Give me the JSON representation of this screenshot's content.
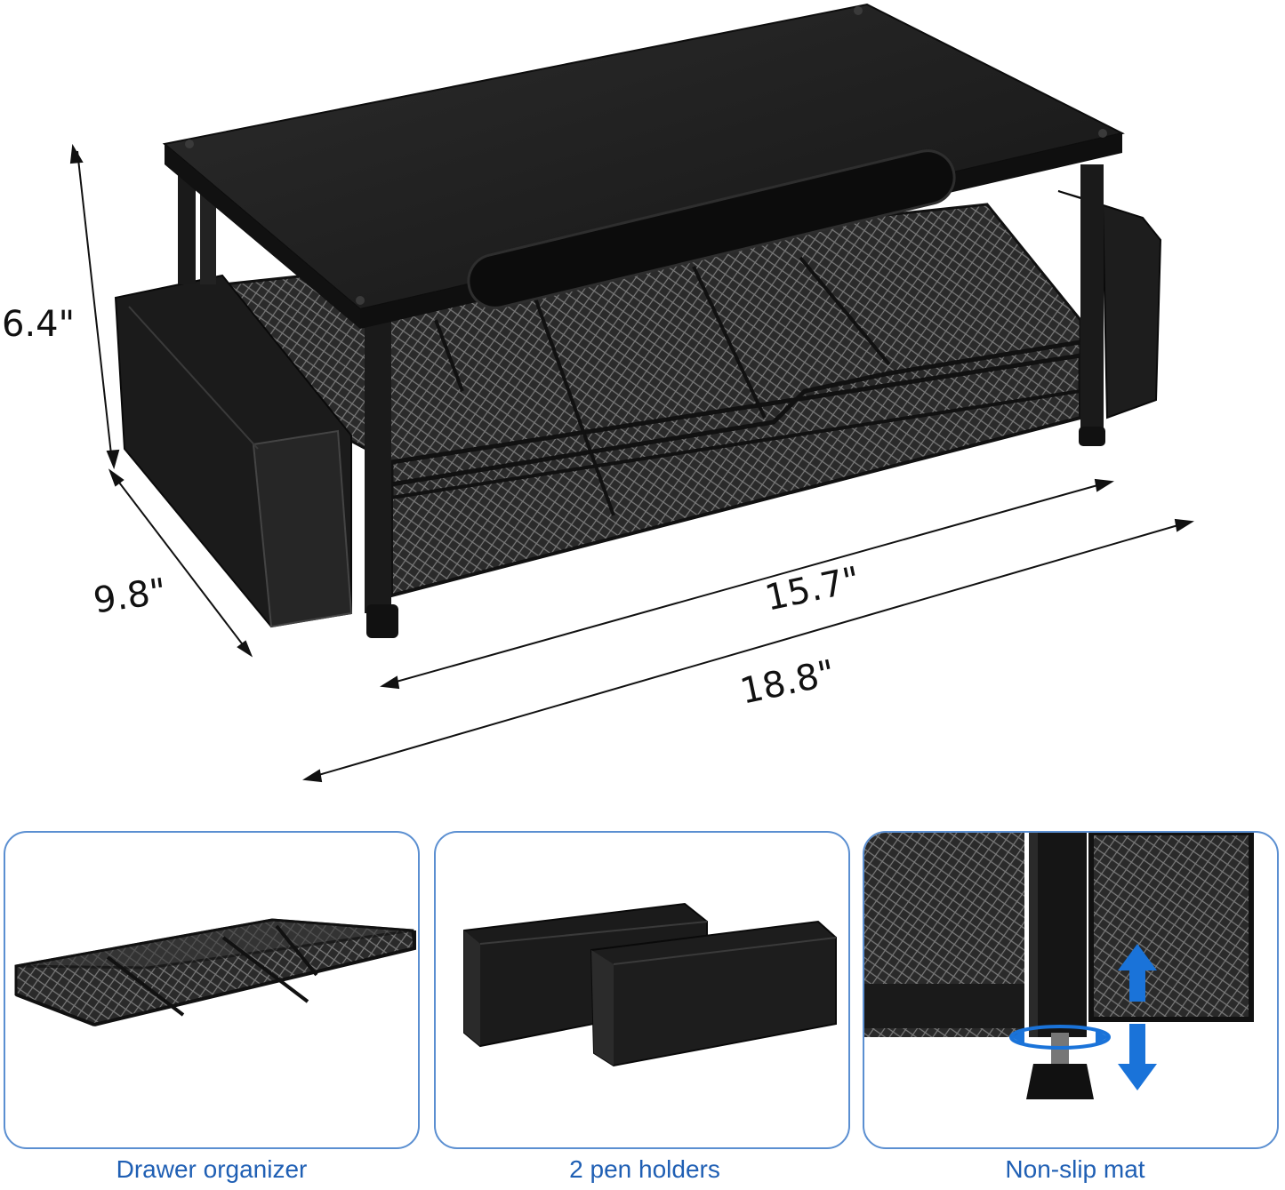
{
  "dimensions": {
    "height": "6.4\"",
    "depth": "9.8\"",
    "inner_width": "15.7\"",
    "total_width": "18.8\""
  },
  "panels": [
    {
      "caption": "Drawer organizer"
    },
    {
      "caption": "2 pen holders"
    },
    {
      "caption": "Non-slip mat"
    }
  ],
  "colors": {
    "caption_text": "#1f5fb4",
    "panel_border": "#5b8fd1",
    "arrow_blue": "#1a73d9",
    "product_black": "#1b1b1b"
  }
}
